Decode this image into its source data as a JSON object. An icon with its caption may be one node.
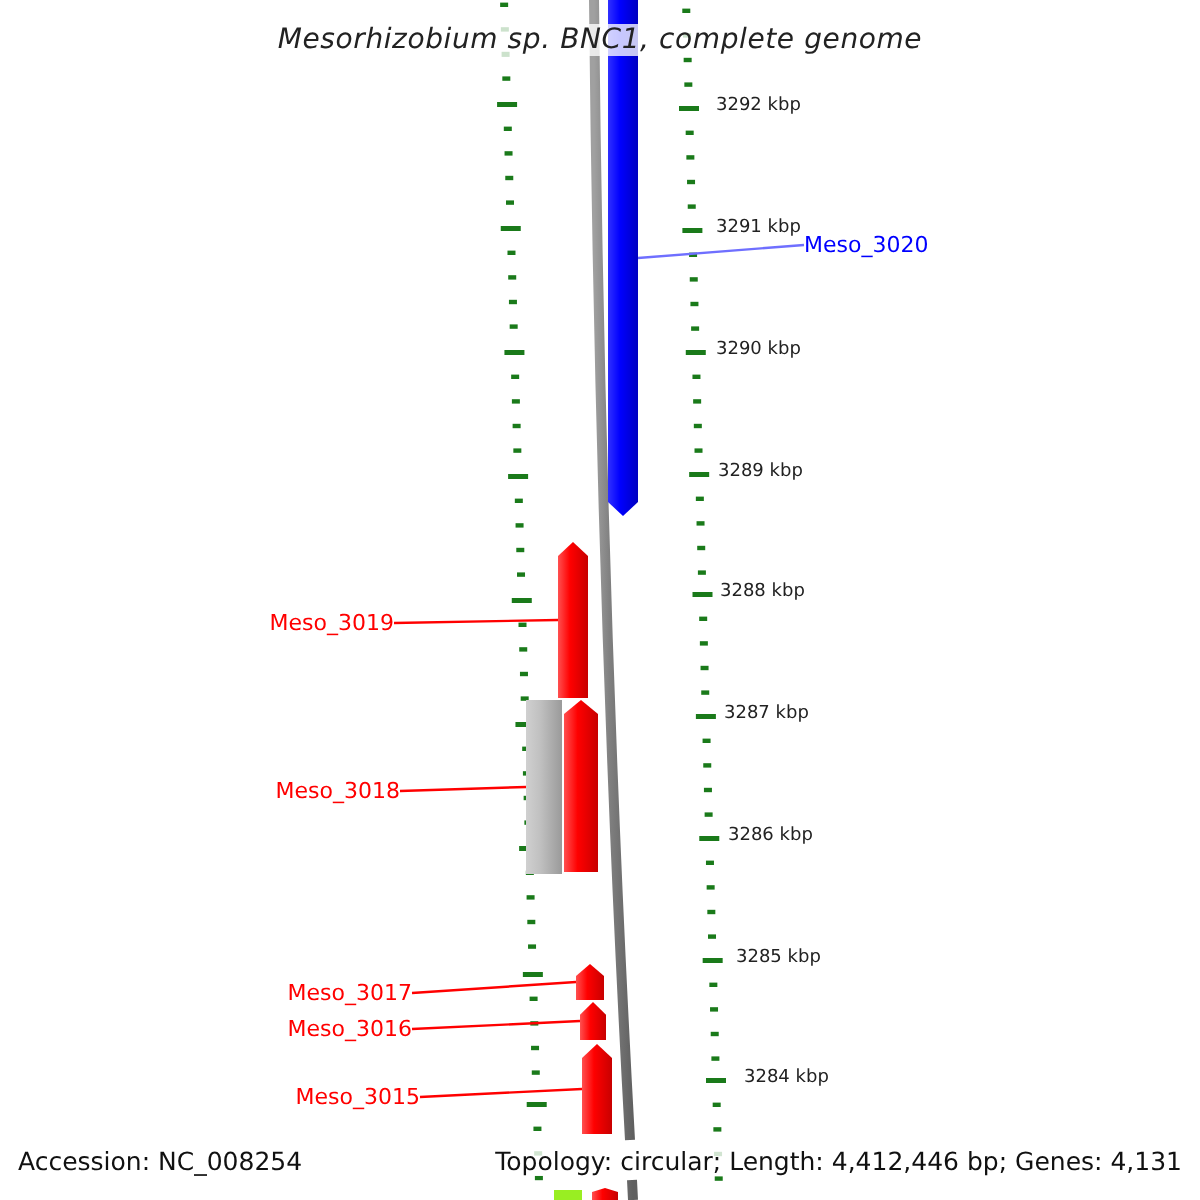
{
  "diagram": {
    "title": "Mesorhizobium sp. BNC1, complete genome",
    "nodes": [
      {
        "text": [
          "Meso_3020"
        ]
      },
      {
        "text": [],
        "shape": "arrow"
      },
      {
        "text": [
          "Meso_3019"
        ]
      },
      {
        "text": [],
        "shape": "arrow"
      },
      {
        "text": [
          "Meso_3018"
        ]
      },
      {
        "text": [],
        "shape": "bar"
      },
      {
        "text": [],
        "shape": "arrow"
      },
      {
        "text": [
          "Meso_3017"
        ]
      },
      {
        "text": [],
        "shape": "arrow"
      },
      {
        "text": [
          "Meso_3016"
        ]
      },
      {
        "text": [],
        "shape": "arrow"
      },
      {
        "text": [
          "Meso_3015"
        ]
      },
      {
        "text": [],
        "shape": "arrow"
      }
    ],
    "edges": [
      {
        "from": 0,
        "to": 1,
        "arrow": "none",
        "color": "#6f6fff"
      },
      {
        "from": 2,
        "to": 3,
        "arrow": "none"
      },
      {
        "from": 4,
        "to": 5,
        "arrow": "none"
      },
      {
        "from": 7,
        "to": 8,
        "arrow": "none"
      },
      {
        "from": 9,
        "to": 10,
        "arrow": "none"
      },
      {
        "from": 11,
        "to": 12,
        "arrow": "none"
      }
    ],
    "labels": [
      "3292 kbp",
      "3291 kbp",
      "3290 kbp",
      "3289 kbp",
      "3288 kbp",
      "3287 kbp",
      "3286 kbp",
      "3285 kbp",
      "3284 kbp",
      "Accession: NC_008254",
      "Topology: circular; Length: 4,412,446 bp; Genes: 4,131"
    ]
  }
}
